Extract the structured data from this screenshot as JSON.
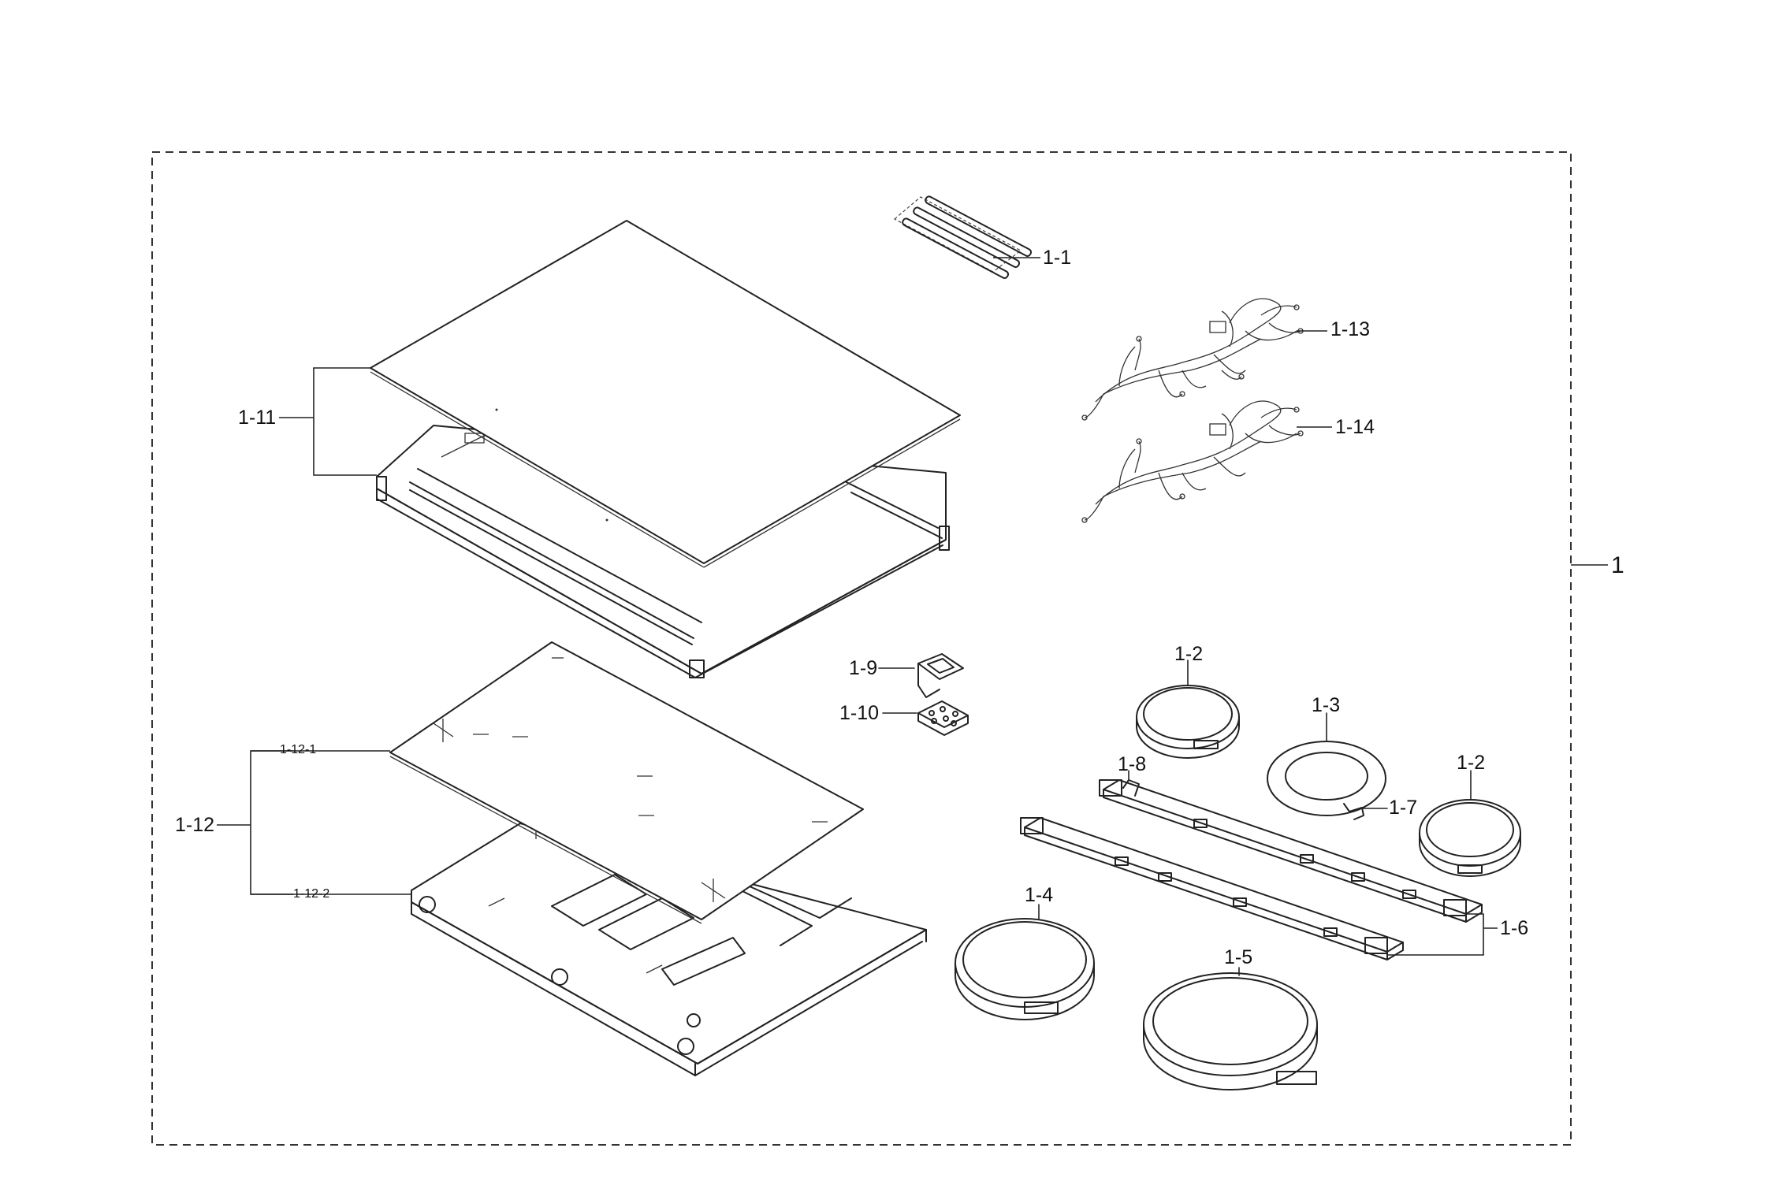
{
  "diagram": {
    "assembly_label": "1",
    "callouts": {
      "c1_1": "1-1",
      "c1_2a": "1-2",
      "c1_2b": "1-2",
      "c1_3": "1-3",
      "c1_4": "1-4",
      "c1_5": "1-5",
      "c1_6": "1-6",
      "c1_7": "1-7",
      "c1_8": "1-8",
      "c1_9": "1-9",
      "c1_10": "1-10",
      "c1_11": "1-11",
      "c1_12": "1-12",
      "c1_12_1": "1-12-1",
      "c1_12_2": "1-12-2",
      "c1_13": "1-13",
      "c1_14": "1-14"
    }
  }
}
